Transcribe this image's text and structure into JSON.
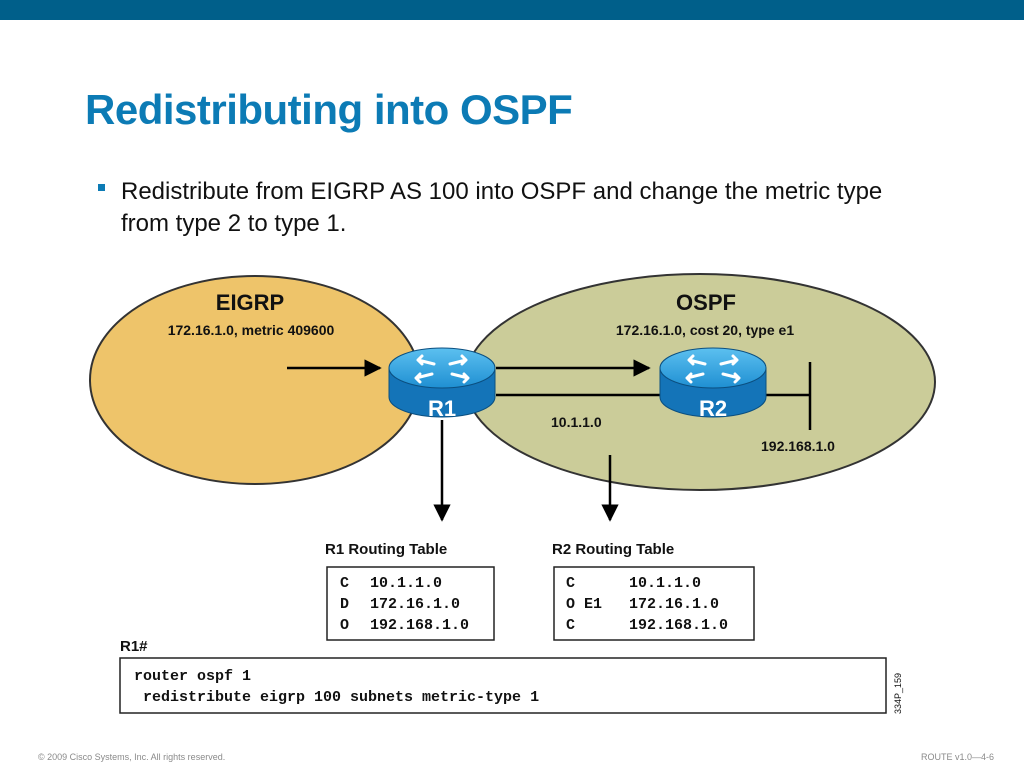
{
  "slide": {
    "title": "Redistributing into OSPF",
    "bullet": "Redistribute from EIGRP AS 100 into OSPF and change the metric type from type 2 to type 1."
  },
  "diagram": {
    "eigrp": {
      "label": "EIGRP",
      "route": "172.16.1.0, metric 409600",
      "fill": "#eec46a"
    },
    "ospf": {
      "label": "OSPF",
      "route": "172.16.1.0, cost 20, type e1",
      "fill": "#cbcc99"
    },
    "r1": {
      "label": "R1"
    },
    "r2": {
      "label": "R2"
    },
    "link_network": "10.1.1.0",
    "stub_network": "192.168.1.0",
    "router_color": "#1d8fd0"
  },
  "r1_table": {
    "title": "R1 Routing Table",
    "rows": [
      {
        "code": "C",
        "network": "10.1.1.0"
      },
      {
        "code": "D",
        "network": "172.16.1.0"
      },
      {
        "code": "O",
        "network": "192.168.1.0"
      }
    ]
  },
  "r2_table": {
    "title": "R2 Routing Table",
    "rows": [
      {
        "code": "C",
        "network": "10.1.1.0"
      },
      {
        "code": "O E1",
        "network": "172.16.1.0"
      },
      {
        "code": "C",
        "network": "192.168.1.0"
      }
    ]
  },
  "config": {
    "prompt": "R1#",
    "lines": [
      "router ospf 1",
      " redistribute eigrp 100 subnets metric-type 1"
    ],
    "figure_id": "334P_159"
  },
  "footer": {
    "copyright": "© 2009 Cisco Systems, Inc. All rights reserved.",
    "course": "ROUTE v1.0—4-6"
  }
}
